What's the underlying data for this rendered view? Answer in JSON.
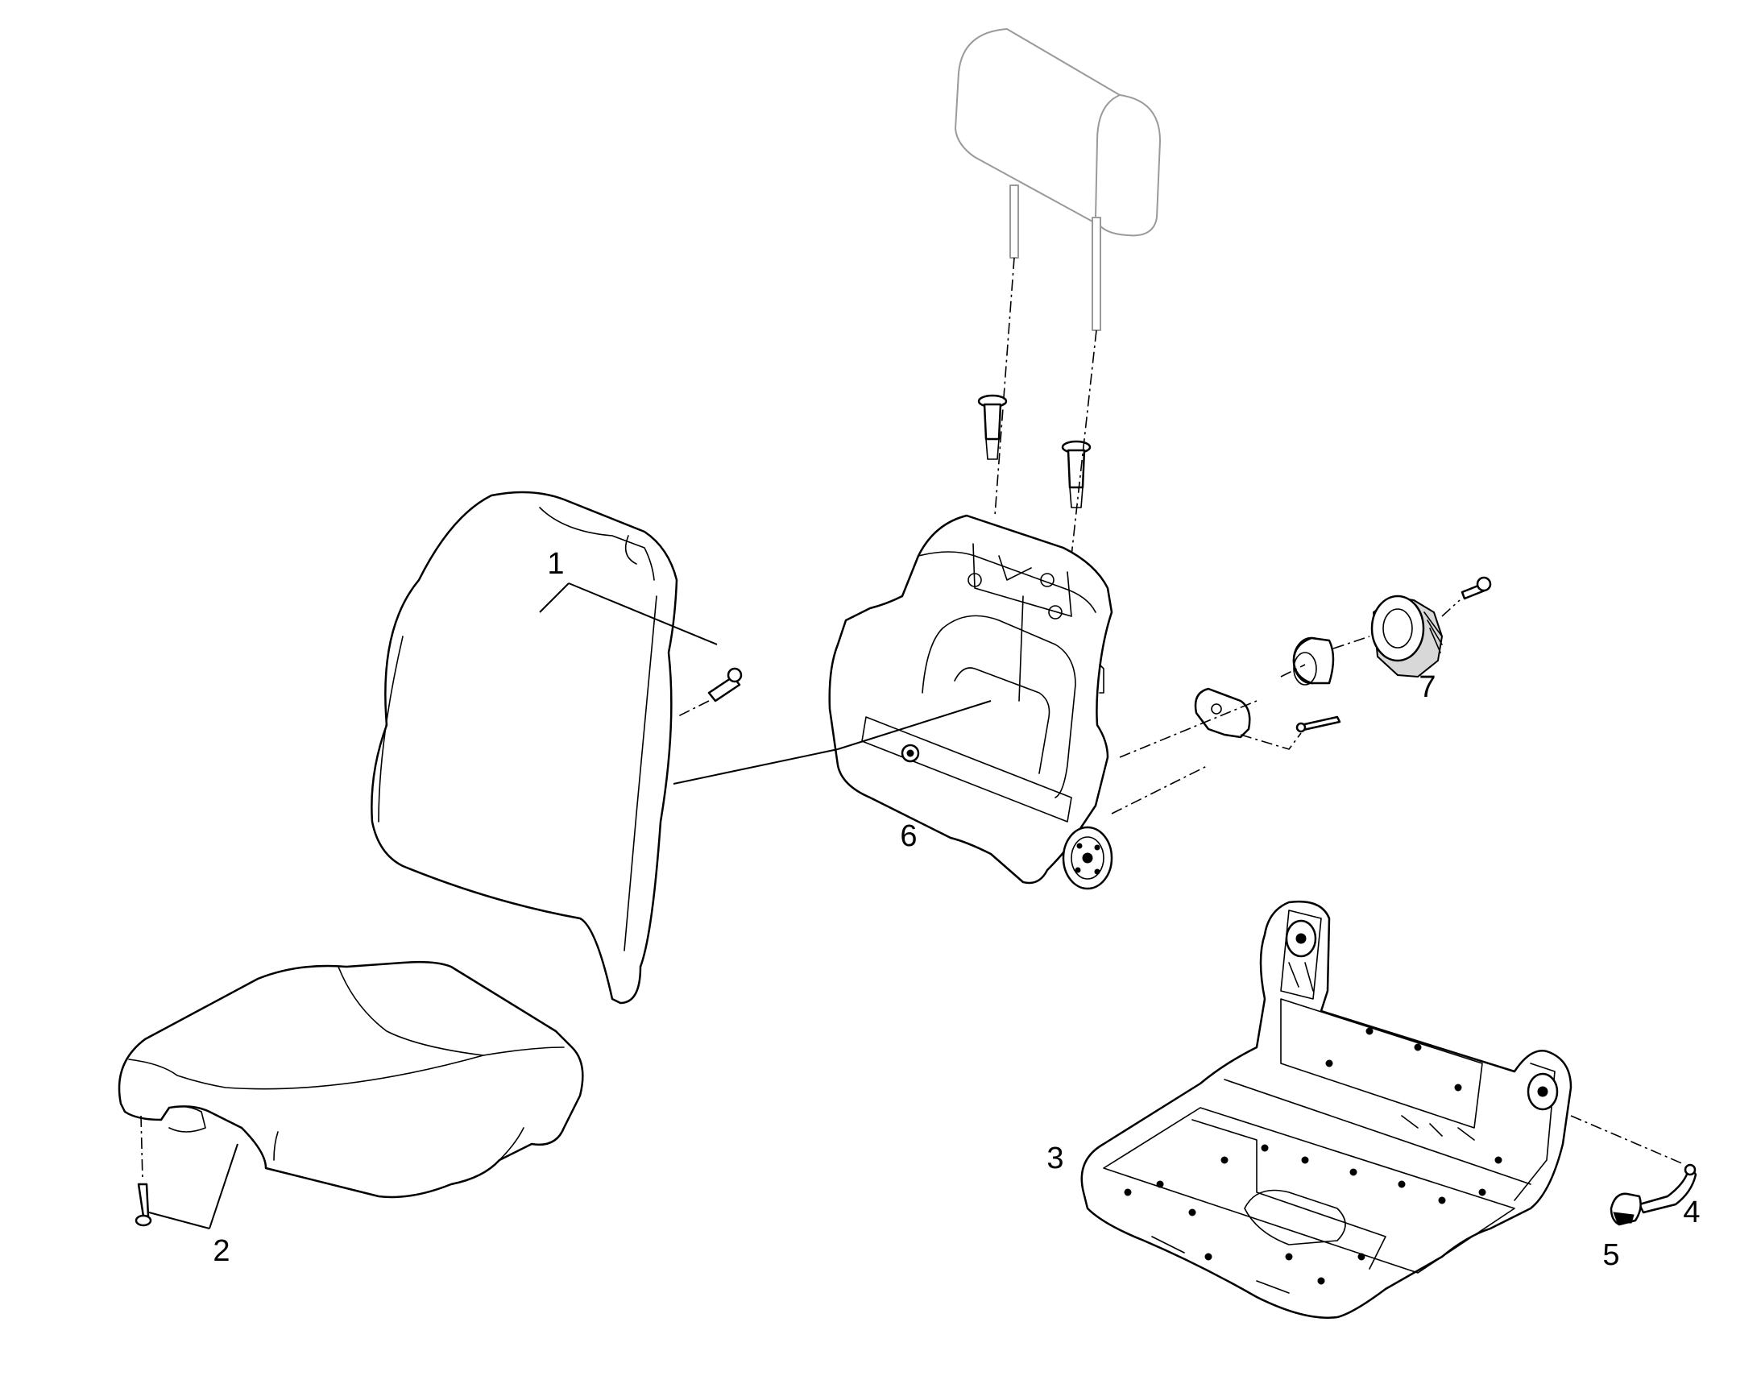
{
  "diagram": {
    "callouts": [
      {
        "id": "1",
        "label": "1"
      },
      {
        "id": "2",
        "label": "2"
      },
      {
        "id": "3",
        "label": "3"
      },
      {
        "id": "4",
        "label": "4"
      },
      {
        "id": "5",
        "label": "5"
      },
      {
        "id": "6",
        "label": "6"
      },
      {
        "id": "7",
        "label": "7"
      }
    ],
    "colors": {
      "line": "#000000",
      "ghost": "#9a9a9a",
      "background": "#ffffff"
    }
  }
}
